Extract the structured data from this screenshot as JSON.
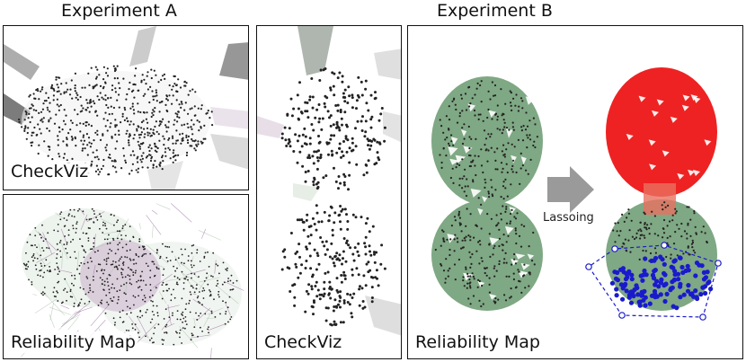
{
  "headings": {
    "exp_a": "Experiment A",
    "exp_b": "Experiment B"
  },
  "labels": {
    "a_top": "CheckViz",
    "a_bottom": "Reliability Map",
    "b_left": "CheckViz",
    "b_right": "Reliability Map",
    "lasso": "Lassoing"
  },
  "colors": {
    "cluster_green": "#7fa884",
    "selection_red": "#ee2222",
    "lasso_blue": "#1a1acc",
    "point": "#222222",
    "arrow_gray": "#9a9a9a",
    "purple_tint": "#b58ab8"
  }
}
